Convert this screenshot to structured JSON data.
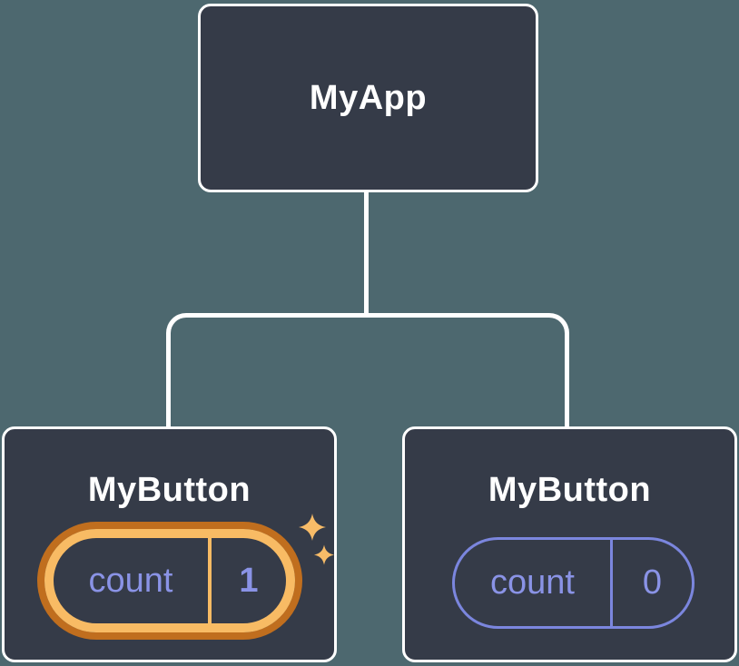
{
  "colors": {
    "background": "#4D686F",
    "node_fill": "#353B48",
    "node_border": "#FFFFFF",
    "connector": "#FFFFFF",
    "title_text": "#FFFFFF",
    "state_text": "#8A93E6",
    "state_outline": "#7B86DE",
    "highlight_inner": "#F8BB64",
    "highlight_outer": "#C06E1E",
    "sparkle": "#F8BC68"
  },
  "diagram": {
    "type": "component-tree",
    "root": {
      "label": "MyApp"
    },
    "children": [
      {
        "label": "MyButton",
        "state": {
          "key": "count",
          "value": "1"
        },
        "highlighted": true
      },
      {
        "label": "MyButton",
        "state": {
          "key": "count",
          "value": "0"
        },
        "highlighted": false
      }
    ]
  }
}
